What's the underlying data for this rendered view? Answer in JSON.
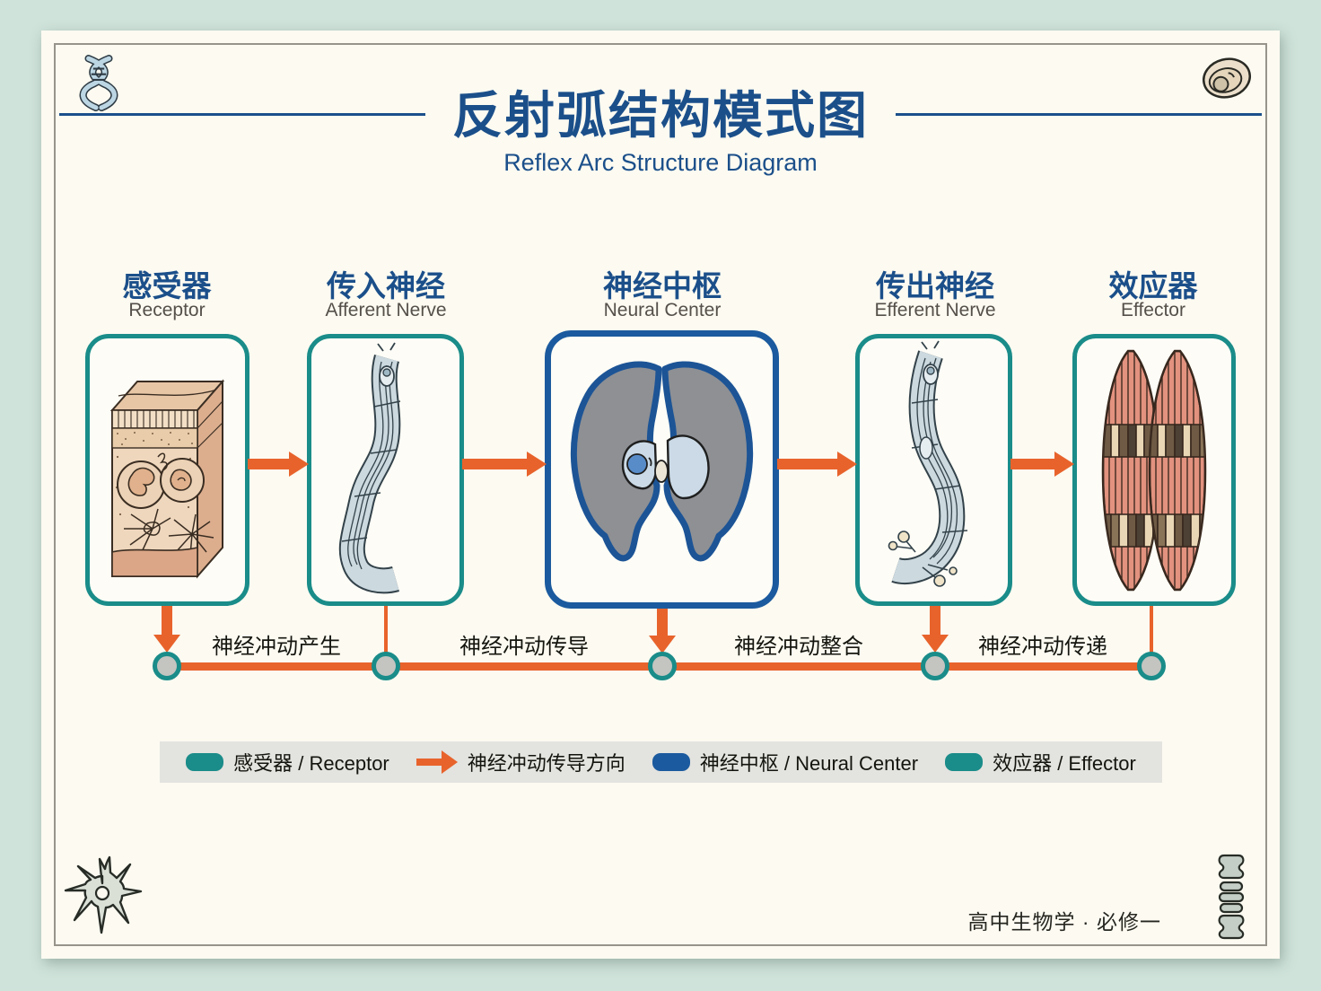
{
  "poster": {
    "title_zh": "反射弧结构模式图",
    "title_en": "Reflex Arc Structure Diagram",
    "footer": "高中生物学 · 必修一"
  },
  "stages": [
    {
      "zh": "感受器",
      "en": "Receptor"
    },
    {
      "zh": "传入神经",
      "en": "Afferent Nerve"
    },
    {
      "zh": "神经中枢",
      "en": "Neural Center"
    },
    {
      "zh": "传出神经",
      "en": "Efferent Nerve"
    },
    {
      "zh": "效应器",
      "en": "Effector"
    }
  ],
  "timeline": {
    "phases": [
      "神经冲动产生",
      "神经冲动传导",
      "神经冲动整合",
      "神经冲动传递"
    ]
  },
  "legend": {
    "items": [
      {
        "icon": "teal-swatch",
        "label": "感受器 / Receptor"
      },
      {
        "icon": "orange-arrow",
        "label": "神经冲动传导方向"
      },
      {
        "icon": "blue-swatch",
        "label": "神经中枢 / Neural Center"
      },
      {
        "icon": "teal-swatch",
        "label": "效应器 / Effector"
      }
    ]
  },
  "icons": {
    "top_left": "dna-icon",
    "top_right": "cell-icon",
    "bottom_left": "neuron-icon",
    "bottom_right": "spine-icon"
  },
  "colors": {
    "background": "#cfe3da",
    "card": "#fcfaf1",
    "title_blue": "#1b4f8a",
    "teal": "#1a8c89",
    "orange": "#e8632c",
    "neural_center_blue": "#1b5a9e",
    "legend_bg": "#e3e3df",
    "node_fill": "#c4c4c0"
  }
}
